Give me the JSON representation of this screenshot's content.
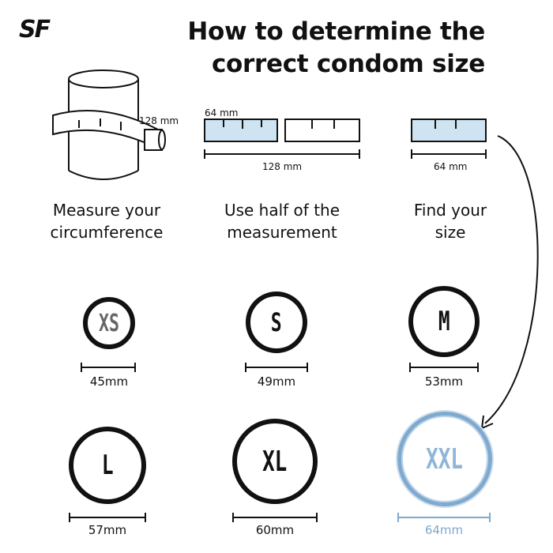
{
  "brand": {
    "logo_text": "SF"
  },
  "header": {
    "title_line1": "How to determine the",
    "title_line2": "correct condom size"
  },
  "steps": [
    {
      "label_line1": "Measure your",
      "label_line2": "circumference",
      "measure": "128 mm"
    },
    {
      "label_line1": "Use half of the",
      "label_line2": "measurement",
      "measure_top": "64 mm",
      "measure_bottom": "128 mm"
    },
    {
      "label_line1": "Find your",
      "label_line2": "size",
      "measure": "64 mm"
    }
  ],
  "sizes": [
    {
      "name": "XS",
      "value": "45mm",
      "text_color": "#666666",
      "ring_color": "#111111"
    },
    {
      "name": "S",
      "value": "49mm",
      "text_color": "#111111",
      "ring_color": "#111111"
    },
    {
      "name": "M",
      "value": "53mm",
      "text_color": "#111111",
      "ring_color": "#111111"
    },
    {
      "name": "L",
      "value": "57mm",
      "text_color": "#111111",
      "ring_color": "#111111"
    },
    {
      "name": "XL",
      "value": "60mm",
      "text_color": "#111111",
      "ring_color": "#111111"
    },
    {
      "name": "XXL",
      "value": "64mm",
      "text_color": "#8fb6d6",
      "ring_color": "#7fa9cf",
      "highlight": true
    }
  ],
  "colors": {
    "accent_blue": "#7fa9cf",
    "light_blue_fill": "#cfe4f2",
    "ink": "#111111"
  }
}
